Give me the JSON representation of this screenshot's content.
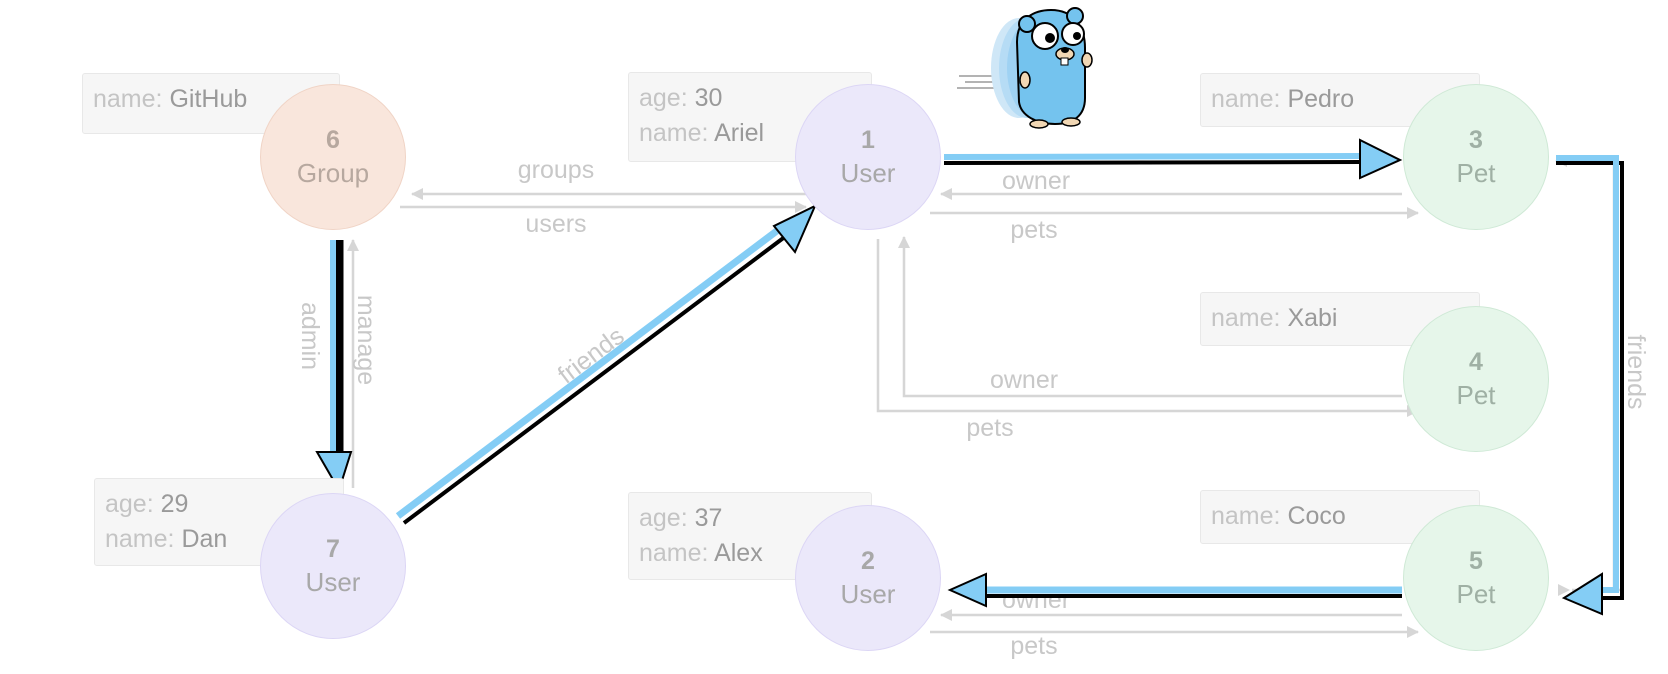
{
  "colors": {
    "user": "#ebe8fa",
    "group": "#f9e6dc",
    "pet": "#e6f6ea",
    "edge": "#d6d6d6",
    "highlight": "#84cdf5",
    "highlight_outline": "#000000"
  },
  "nodes": {
    "n1": {
      "id": "1",
      "type": "User"
    },
    "n2": {
      "id": "2",
      "type": "User"
    },
    "n3": {
      "id": "3",
      "type": "Pet"
    },
    "n4": {
      "id": "4",
      "type": "Pet"
    },
    "n5": {
      "id": "5",
      "type": "Pet"
    },
    "n6": {
      "id": "6",
      "type": "Group"
    },
    "n7": {
      "id": "7",
      "type": "User"
    }
  },
  "props": {
    "n1": [
      {
        "k": "age:",
        "v": "30"
      },
      {
        "k": "name:",
        "v": "Ariel"
      }
    ],
    "n2": [
      {
        "k": "age:",
        "v": "37"
      },
      {
        "k": "name:",
        "v": "Alex"
      }
    ],
    "n3": [
      {
        "k": "name:",
        "v": "Pedro"
      }
    ],
    "n4": [
      {
        "k": "name:",
        "v": "Xabi"
      }
    ],
    "n5": [
      {
        "k": "name:",
        "v": "Coco"
      }
    ],
    "n6": [
      {
        "k": "name:",
        "v": "GitHub"
      }
    ],
    "n7": [
      {
        "k": "age:",
        "v": "29"
      },
      {
        "k": "name:",
        "v": "Dan"
      }
    ]
  },
  "edges": {
    "groups": "groups",
    "users": "users",
    "owner_1_3": "owner",
    "pets_1_3": "pets",
    "owner_1_4": "owner",
    "pets_1_4": "pets",
    "owner_2_5": "owner",
    "pets_2_5": "pets",
    "admin": "admin",
    "manage": "manage",
    "friends_7_1": "friends",
    "friends_3_5": "friends"
  },
  "mascot": {
    "icon": "gopher-icon"
  }
}
